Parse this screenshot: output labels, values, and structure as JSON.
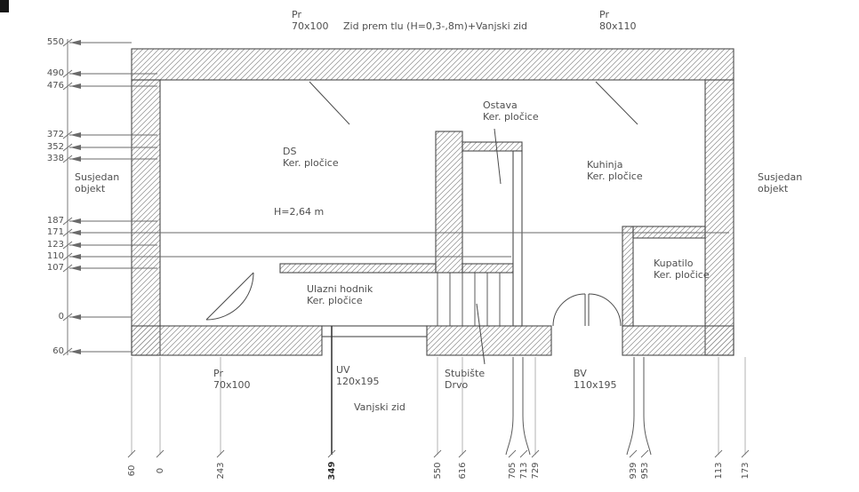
{
  "top": {
    "window_left": {
      "name": "Pr",
      "size": "70x100"
    },
    "wall_note": "Zid prem tlu (H=0,3-,8m)+Vanjski zid",
    "window_right": {
      "name": "Pr",
      "size": "80x110"
    }
  },
  "sides": {
    "left": {
      "line1": "Susjedan",
      "line2": "objekt"
    },
    "right": {
      "line1": "Susjedan",
      "line2": "objekt"
    }
  },
  "rooms": {
    "ds": {
      "name": "DS",
      "finish": "Ker. pločice"
    },
    "ostava": {
      "name": "Ostava",
      "finish": "Ker. pločice"
    },
    "kuhinja": {
      "name": "Kuhinja",
      "finish": "Ker. pločice"
    },
    "kupatilo": {
      "name": "Kupatilo",
      "finish": "Ker. pločice"
    },
    "hodnik": {
      "name": "Ulazni hodnik",
      "finish": "Ker. pločice"
    },
    "ceiling_height": "H=2,64 m"
  },
  "bottom": {
    "window": {
      "name": "Pr",
      "size": "70x100"
    },
    "entry_door": {
      "name": "UV",
      "size": "120x195"
    },
    "stairs": {
      "name": "Stubište",
      "material": "Drvo"
    },
    "balcony_door": {
      "name": "BV",
      "size": "110x195"
    },
    "wall_note": "Vanjski zid"
  },
  "left_dimensions": [
    "550",
    "490",
    "476",
    "372",
    "352",
    "338",
    "187",
    "171",
    "123",
    "110",
    "107",
    "0",
    "60"
  ],
  "bottom_dimensions": [
    "60",
    "0",
    "243",
    "349",
    "550",
    "616",
    "705",
    "713",
    "729",
    "939",
    "953",
    "113",
    "173"
  ],
  "colors": {
    "line": "#4a4a4a",
    "hatch": "#8a8a8a",
    "dimension": "#6a6a6a",
    "text": "#4f4f4f",
    "background": "#ffffff"
  }
}
